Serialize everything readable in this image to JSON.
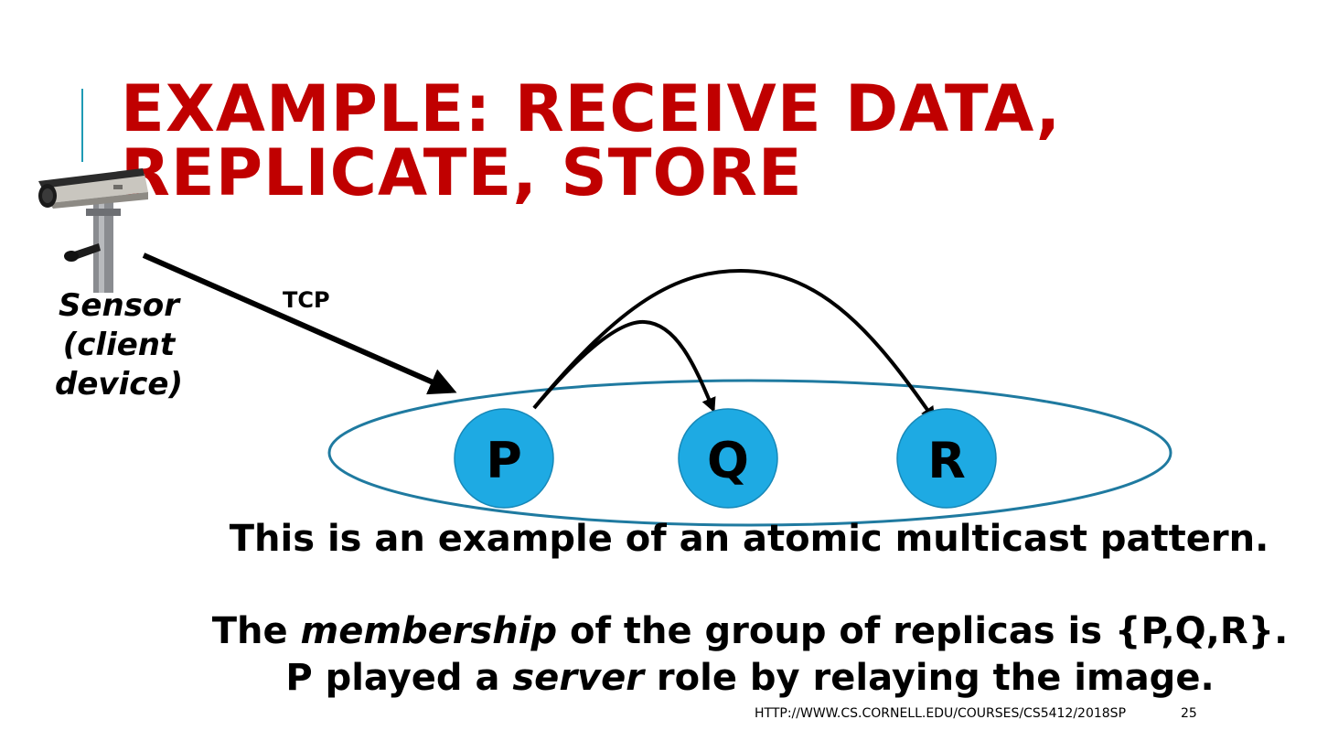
{
  "slide": {
    "title_line1": "EXAMPLE: RECEIVE DATA,",
    "title_line2": "REPLICATE, STORE",
    "colors": {
      "title": "#c00000",
      "accent": "#1f9bb5",
      "node_fill": "#1eaae3",
      "group_ellipse": "#1f7aa0"
    }
  },
  "sensor": {
    "icon": "security-camera-icon",
    "label_line1": "Sensor",
    "label_line2": "(client",
    "label_line3": "device)"
  },
  "connection": {
    "label": "TCP"
  },
  "group": {
    "nodes": [
      {
        "id": "P",
        "label": "P"
      },
      {
        "id": "Q",
        "label": "Q"
      },
      {
        "id": "R",
        "label": "R"
      }
    ]
  },
  "text": {
    "line1": "This is an example of an atomic multicast pattern.",
    "line2_a": "The ",
    "line2_em": "membership",
    "line2_b": " of the group of replicas is {P,Q,R}.",
    "line3_a": "P played a ",
    "line3_em": "server",
    "line3_b": " role by relaying the image."
  },
  "footer": {
    "url": "HTTP://WWW.CS.CORNELL.EDU/COURSES/CS5412/2018SP",
    "page_number": "25"
  }
}
